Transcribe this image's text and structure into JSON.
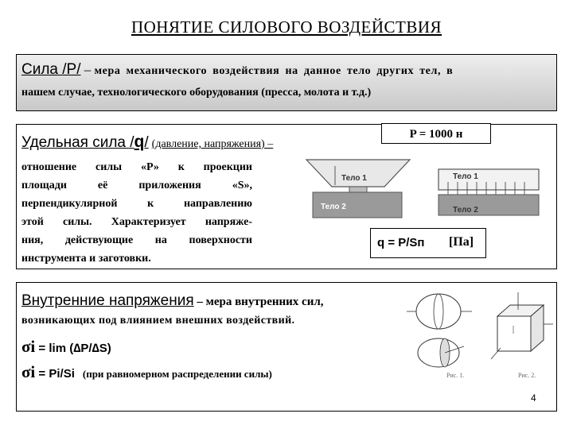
{
  "title": "ПОНЯТИЕ   СИЛОВОГО   ВОЗДЕЙСТВИЯ",
  "force": {
    "term": "Сила ",
    "symbol": "/P/",
    "dash": " – ",
    "def1": "мера механического воздействия на данное тело других тел, в",
    "def2": "нашем случае, технологического оборудования (пресса, молота и т.д.)"
  },
  "specific": {
    "term": "Удельная сила /",
    "symbol": "q",
    "close": "/",
    "paren": "(давление, напряжения) –",
    "lines": [
      "отношение силы «Р» к проекции",
      "площади её приложения «S»,",
      "перпендикулярной к направлению",
      "этой силы. Характеризует напряже-",
      "ния, действующие на поверхности",
      "инструмента и заготовки."
    ],
    "p_value": "P = 1000 н",
    "formula": "q = P/Sп",
    "unit": "[Па]",
    "body1": "Тело 1",
    "body2": "Тело 2"
  },
  "internal": {
    "term": "Внутренние напряжения",
    "def1": " – мера внутренних сил,",
    "def2": "возникающих под влиянием внешних воздействий.",
    "f1_sym": "σi",
    "f1_eq": " = lim (∆P/∆S)",
    "f2_sym": "σi",
    "f2_eq": " = Pi/Si",
    "f2_note": "(при равномерном распределении силы)",
    "fig1": "Рис. 1.",
    "fig2": "Рис. 2."
  },
  "page_number": "4"
}
